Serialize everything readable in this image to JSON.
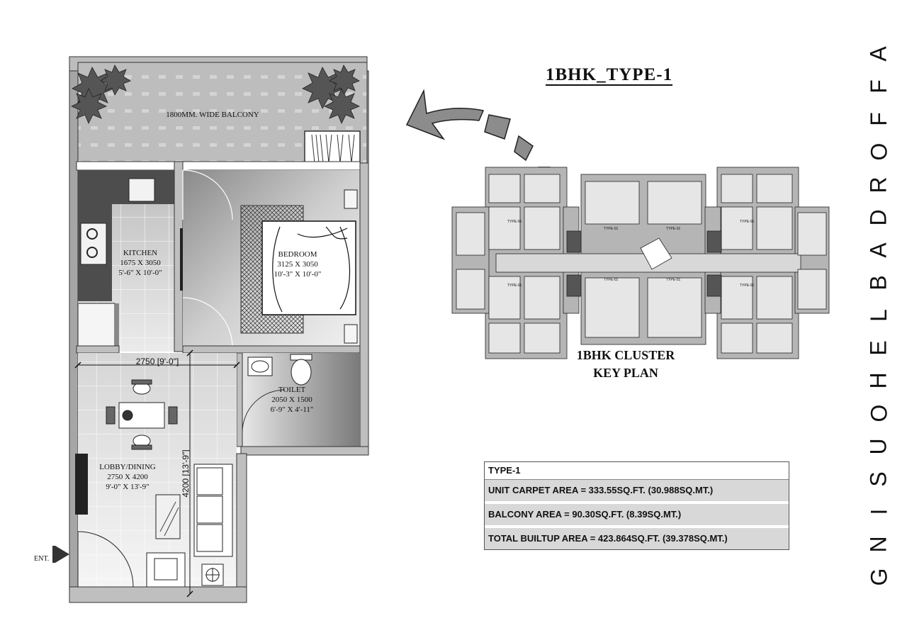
{
  "title": "1BHK_TYPE-1",
  "key_plan": {
    "line1": "1BHK CLUSTER",
    "line2": "KEY PLAN",
    "unit_label": "TYPE-01"
  },
  "side_heading": [
    "A",
    "F",
    "F",
    "O",
    "R",
    "D",
    "A",
    "B",
    "L",
    "E",
    "H",
    "O",
    "U",
    "S",
    "I",
    "N",
    "G"
  ],
  "rooms": {
    "balcony": "1800MM. WIDE BALCONY",
    "kitchen": {
      "name": "KITCHEN",
      "metric": "1675 X 3050",
      "imperial": "5'-6\" X 10'-0\""
    },
    "bedroom": {
      "name": "BEDROOM",
      "metric": "3125 X 3050",
      "imperial": "10'-3\" X 10'-0\""
    },
    "toilet": {
      "name": "TOILET",
      "metric": "2050 X 1500",
      "imperial": "6'-9\" X 4'-11\""
    },
    "lobby": {
      "name": "LOBBY/DINING",
      "metric": "2750 X 4200",
      "imperial": "9'-0\" X 13'-9\""
    }
  },
  "dimensions": {
    "width": "2750 [9'-0\"]",
    "height": "4200 [13'-9\"]"
  },
  "entrance": "ENT.",
  "area_table": {
    "header": "TYPE-1",
    "rows": [
      "UNIT CARPET AREA = 333.55SQ.FT. (30.988SQ.MT.)",
      "BALCONY AREA = 90.30SQ.FT. (8.39SQ.MT.)",
      "TOTAL BUILTUP AREA = 423.864SQ.FT. (39.378SQ.MT.)"
    ]
  }
}
